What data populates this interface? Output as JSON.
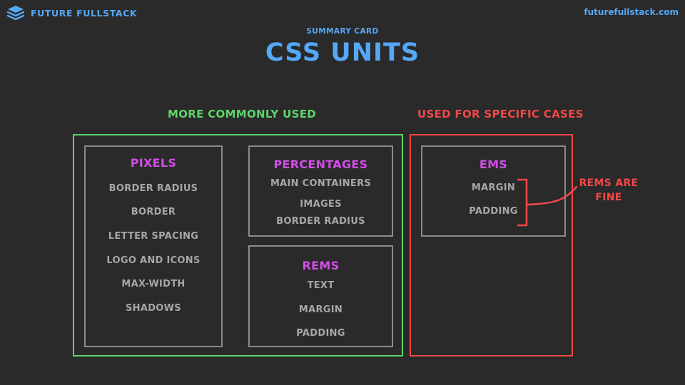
{
  "header": {
    "brand": "FUTURE FULLSTACK",
    "url": "futurefullstack.com",
    "logo_icon": "stacked-layers-icon"
  },
  "kicker": "SUMMARY CARD",
  "title": "CSS UNITS",
  "colors": {
    "background": "#2a2a2a",
    "brand_blue": "#54a8f7",
    "common_green": "#5fd46a",
    "specific_red": "#f24848",
    "card_title_purple": "#d24ee8",
    "item_gray": "#a7a7a7",
    "card_border": "#8b8b8b"
  },
  "groups": {
    "common": {
      "label": "MORE COMMONLY USED",
      "cards": [
        {
          "title": "PIXELS",
          "items": [
            "BORDER RADIUS",
            "BORDER",
            "LETTER SPACING",
            "LOGO AND ICONS",
            "MAX-WIDTH",
            "SHADOWS"
          ]
        },
        {
          "title": "PERCENTAGES",
          "items": [
            "MAIN CONTAINERS",
            "IMAGES",
            "BORDER RADIUS"
          ]
        },
        {
          "title": "REMS",
          "items": [
            "TEXT",
            "MARGIN",
            "PADDING"
          ]
        }
      ]
    },
    "specific": {
      "label": "USED FOR SPECIFIC CASES",
      "cards": [
        {
          "title": "EMS",
          "items": [
            "MARGIN",
            "PADDING"
          ]
        }
      ],
      "note_lines": [
        "REMS ARE",
        "FINE"
      ]
    }
  }
}
